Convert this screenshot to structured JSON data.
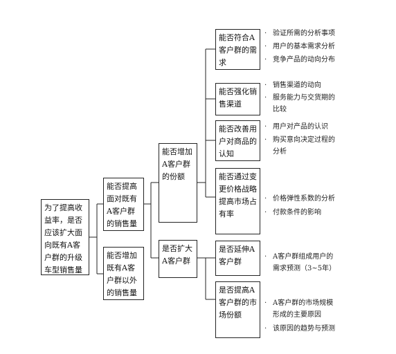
{
  "root": {
    "text": "为了提高收益率，是否应该扩大面向既有A客户群的升级车型销售量"
  },
  "level1": [
    {
      "text": "能否提高面对既有A客户群的销售量"
    },
    {
      "text": "能否增加既有A客户群以外的销售量"
    }
  ],
  "level2": [
    {
      "text": "能否增加A客户群的份额"
    },
    {
      "text": "是否扩大A客户群"
    }
  ],
  "level3": [
    {
      "text": "能否符合A客户群的需求"
    },
    {
      "text": "能否强化销售渠道"
    },
    {
      "text": "能否改善用户对商品的认知"
    },
    {
      "text": "能否通过变更价格战略提高市场占有率"
    },
    {
      "text": "是否延伸A客户群"
    },
    {
      "text": "是否提高A客户群的市场份额"
    }
  ],
  "notes": [
    {
      "bullet": "·",
      "line1": "验证所需的分析事项",
      "line2": ""
    },
    {
      "bullet": "·",
      "line1": "用户的基本需求分析",
      "line2": ""
    },
    {
      "bullet": "·",
      "line1": "竞争产品的动向分布",
      "line2": ""
    },
    {
      "bullet": "·",
      "line1": "销售渠道的动向",
      "line2": ""
    },
    {
      "bullet": "·",
      "line1": "服务能力与交货期的",
      "line2": "比较"
    },
    {
      "bullet": "·",
      "line1": "用户对产品的认识",
      "line2": ""
    },
    {
      "bullet": "·",
      "line1": "购买意向决定过程的",
      "line2": "分析"
    },
    {
      "bullet": "·",
      "line1": "价格弹性系数的分析",
      "line2": ""
    },
    {
      "bullet": "·",
      "line1": "付款条件的影响",
      "line2": ""
    },
    {
      "bullet": "·",
      "line1": "A客户群组成用户的",
      "line2": "需求预测（3~5年）"
    },
    {
      "bullet": "·",
      "line1": "A客户群的市场规模",
      "line2": "形成的主要原因"
    },
    {
      "bullet": "·",
      "line1": "该原因的趋势与预测",
      "line2": ""
    }
  ]
}
